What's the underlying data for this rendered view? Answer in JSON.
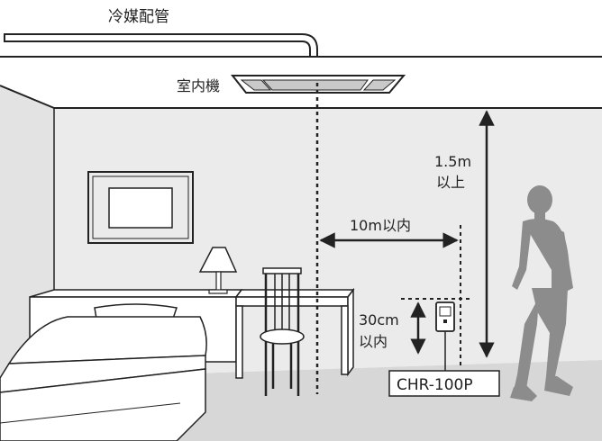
{
  "labels": {
    "refrigerant_pipe": "冷媒配管",
    "indoor_unit": "室内機",
    "height_value": "1.5m",
    "height_qualifier": "以上",
    "distance": "10m以内",
    "offset_value": "30cm",
    "offset_qualifier": "以内",
    "model": "CHR-100P"
  },
  "colors": {
    "wall": "#ebebeb",
    "floor": "#d7d7d7",
    "ceiling": "#ffffff",
    "line": "#222222",
    "person": "#8c8c8c"
  },
  "icons": {
    "indoor_unit": "ceiling-cassette-icon",
    "controller": "wall-controller-icon",
    "person": "walking-person-silhouette-icon"
  }
}
